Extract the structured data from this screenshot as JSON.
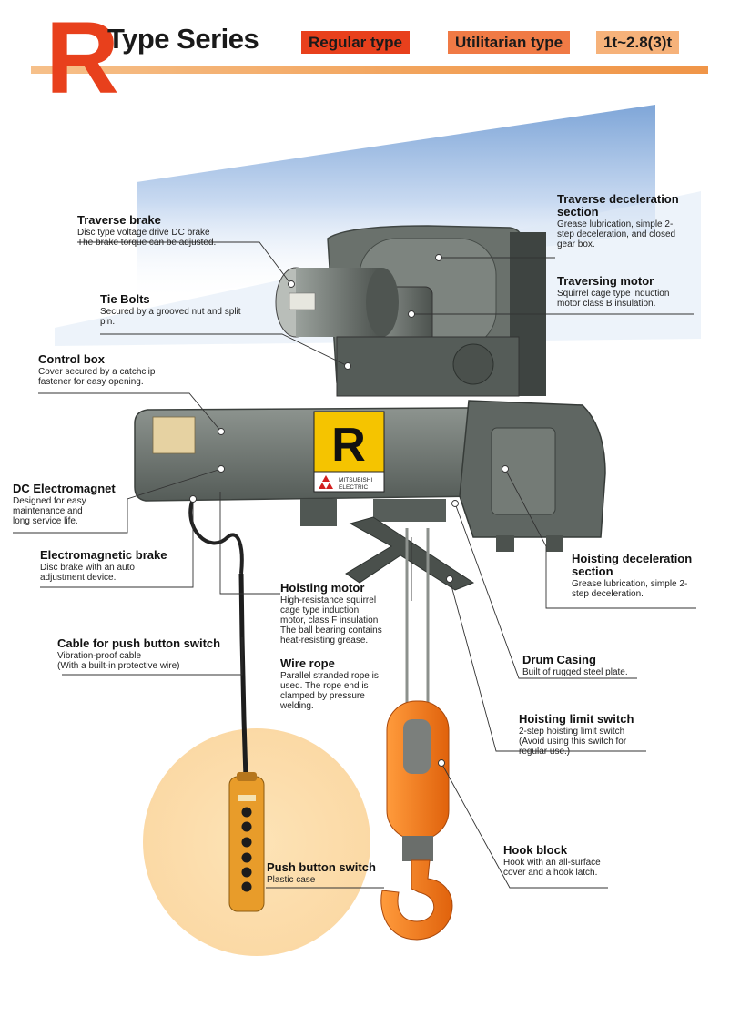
{
  "header": {
    "letter": "R",
    "title": "Type Series",
    "tags": [
      "Regular type",
      "Utilitarian type",
      "1t~2.8(3)t"
    ]
  },
  "colors": {
    "accent_red": "#e8401c",
    "accent_orange": "#f07a45",
    "accent_light": "#f6b27a",
    "hook_orange": "#f07a20",
    "body_gray": "#6d7570"
  },
  "product": {
    "plate_letter": "R",
    "brand": "MITSUBISHI\nELECTRIC"
  },
  "callouts": {
    "traverse_brake": {
      "title": "Traverse brake",
      "desc": "Disc type voltage drive DC brake\nThe brake torque can be adjusted."
    },
    "tie_bolts": {
      "title": "Tie Bolts",
      "desc": "Secured by a grooved nut and split\npin."
    },
    "control_box": {
      "title": "Control box",
      "desc": "Cover secured by a catchclip\nfastener for easy opening."
    },
    "dc_electromagnet": {
      "title": "DC Electromagnet",
      "desc": "Designed for easy\nmaintenance and\nlong service life."
    },
    "electromagnetic_brake": {
      "title": "Electromagnetic brake",
      "desc": "Disc brake with an auto\nadjustment device."
    },
    "cable_push_button": {
      "title": "Cable for push button switch",
      "desc": "Vibration-proof cable\n(With a built-in protective wire)"
    },
    "hoisting_motor": {
      "title": "Hoisting motor",
      "desc": "High-resistance squirrel\ncage type induction\nmotor, class F insulation\nThe ball bearing contains\nheat-resisting grease."
    },
    "wire_rope": {
      "title": "Wire rope",
      "desc": "Parallel stranded rope is\nused. The rope end is\nclamped by pressure\nwelding."
    },
    "push_button_switch": {
      "title": "Push button switch",
      "desc": "Plastic case"
    },
    "traverse_deceleration": {
      "title": "Traverse deceleration\nsection",
      "desc": "Grease lubrication, simple 2-\nstep deceleration, and closed\ngear box."
    },
    "traversing_motor": {
      "title": "Traversing motor",
      "desc": "Squirrel cage type induction\nmotor class B insulation."
    },
    "hoisting_deceleration": {
      "title": "Hoisting deceleration\nsection",
      "desc": "Grease lubrication, simple 2-\nstep deceleration."
    },
    "drum_casing": {
      "title": "Drum Casing",
      "desc": "Built of rugged steel plate."
    },
    "hoisting_limit_switch": {
      "title": "Hoisting limit switch",
      "desc": "2-step hoisting limit switch\n(Avoid using this switch for\nregular use.)"
    },
    "hook_block": {
      "title": "Hook block",
      "desc": "Hook with an all-surface\ncover and a hook latch."
    }
  }
}
